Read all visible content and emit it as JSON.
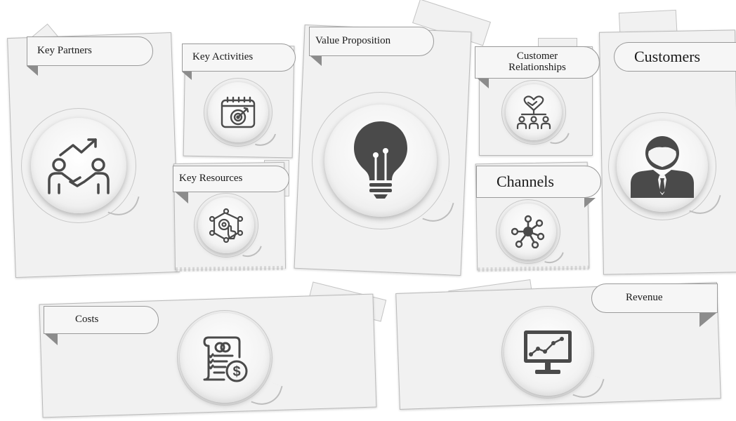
{
  "blocks": {
    "key_partners": {
      "label": "Key Partners"
    },
    "key_activities": {
      "label": "Key Activities"
    },
    "key_resources": {
      "label": "Key Resources"
    },
    "value_proposition": {
      "label": "Value Proposition"
    },
    "customer_relationships": {
      "label_line1": "Customer",
      "label_line2": "Relationships"
    },
    "channels": {
      "label": "Channels"
    },
    "customers": {
      "label": "Customers"
    },
    "costs": {
      "label": "Costs"
    },
    "revenue": {
      "label": "Revenue"
    }
  },
  "icons": {
    "key_partners": "partners-handshake-growth-icon",
    "key_activities": "calendar-target-icon",
    "key_resources": "network-gear-hand-icon",
    "value_proposition": "lightbulb-icon",
    "customer_relationships": "heart-handshake-team-icon",
    "channels": "hub-network-icon",
    "customers": "person-tie-icon",
    "costs": "receipt-dollar-icon",
    "revenue": "monitor-chart-icon"
  },
  "colors": {
    "icon_dark": "#4a4a4a",
    "card_bg": "#f1f1f1",
    "tab_border": "#9a9a9a"
  }
}
